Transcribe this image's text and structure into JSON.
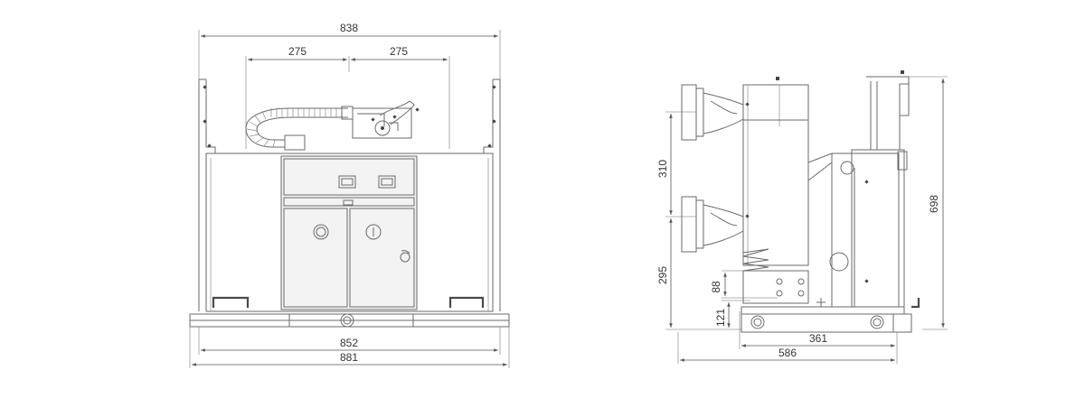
{
  "front_view": {
    "dims": {
      "overall_top": "838",
      "half_left": "275",
      "half_right": "275",
      "bottom_inner": "852",
      "bottom_outer": "881"
    }
  },
  "side_view": {
    "dims": {
      "upper": "310",
      "lower": "295",
      "height": "698",
      "small_88": "88",
      "small_121": "121",
      "base_361": "361",
      "base_586": "586"
    }
  },
  "colors": {
    "line": "#6a6a6a",
    "dimension": "#555555",
    "panel_fill": "#f3f3f3"
  }
}
